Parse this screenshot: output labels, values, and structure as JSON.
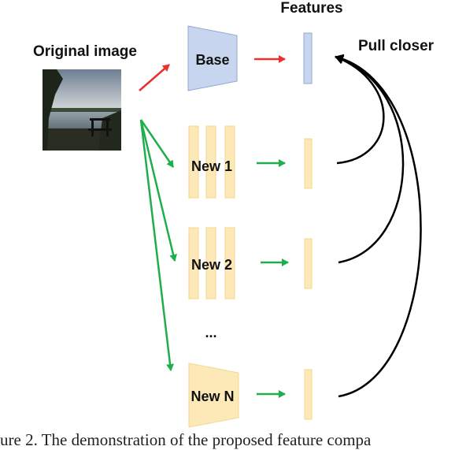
{
  "labels": {
    "original_image": "Original image",
    "features": "Features",
    "pull_closer": "Pull closer",
    "base": "Base",
    "new_1": "New 1",
    "new_2": "New 2",
    "ellipsis": "...",
    "new_n": "New N"
  },
  "caption": "ure 2. The demonstration of the proposed feature compa",
  "colors": {
    "base_fill": "#c7d6ee",
    "base_stroke": "#8fa8d4",
    "new_fill": "#fde9b8",
    "new_stroke": "#f5d78c",
    "red_arrow": "#e8322f",
    "green_arrow": "#1fae4b",
    "black_arrow": "#000000"
  }
}
